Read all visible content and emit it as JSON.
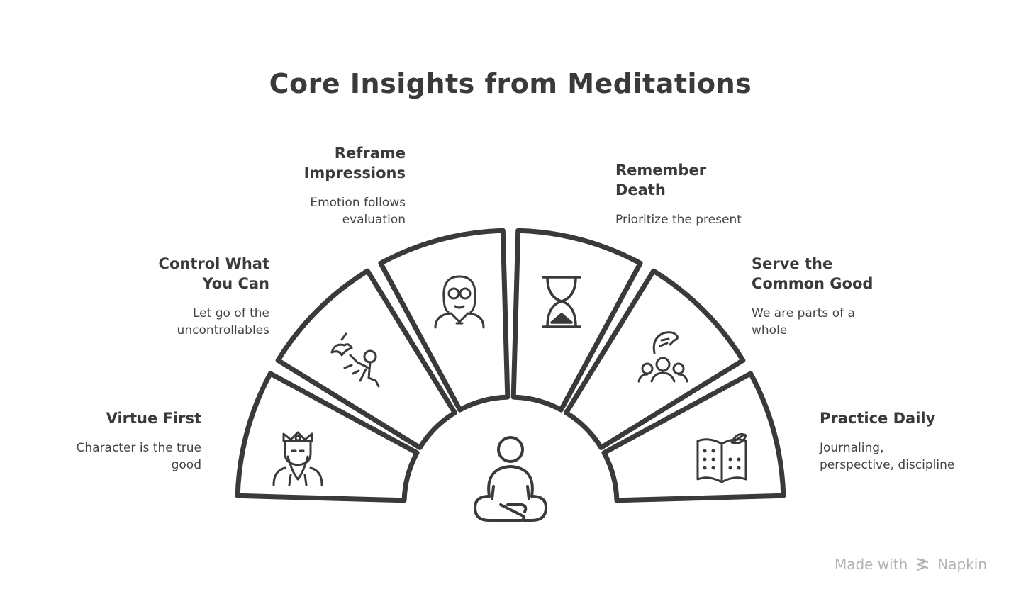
{
  "title": "Core Insights from Meditations",
  "segments": [
    {
      "heading_1": "Virtue First",
      "heading_2": "",
      "desc_1": "Character is the true",
      "desc_2": "good",
      "icon": "king-icon"
    },
    {
      "heading_1": "Control What",
      "heading_2": "You Can",
      "desc_1": "Let go of the",
      "desc_2": "uncontrollables",
      "icon": "person-releasing-bird-icon"
    },
    {
      "heading_1": "Reframe",
      "heading_2": "Impressions",
      "desc_1": "Emotion follows",
      "desc_2": "evaluation",
      "icon": "person-with-glasses-icon"
    },
    {
      "heading_1": "Remember",
      "heading_2": "Death",
      "desc_1": "Prioritize the present",
      "desc_2": "",
      "icon": "hourglass-icon"
    },
    {
      "heading_1": "Serve the",
      "heading_2": "Common Good",
      "desc_1": "We are parts of a",
      "desc_2": "whole",
      "icon": "group-hand-icon"
    },
    {
      "heading_1": "Practice Daily",
      "heading_2": "",
      "desc_1": "Journaling,",
      "desc_2": "perspective, discipline",
      "icon": "journal-book-icon"
    }
  ],
  "center_icon": "meditating-person-icon",
  "brand": {
    "made_with": "Made with",
    "name": "Napkin"
  },
  "colors": {
    "stroke": "#3a3a3a",
    "text": "#3a3a3a",
    "brand": "#b3b3b3"
  }
}
